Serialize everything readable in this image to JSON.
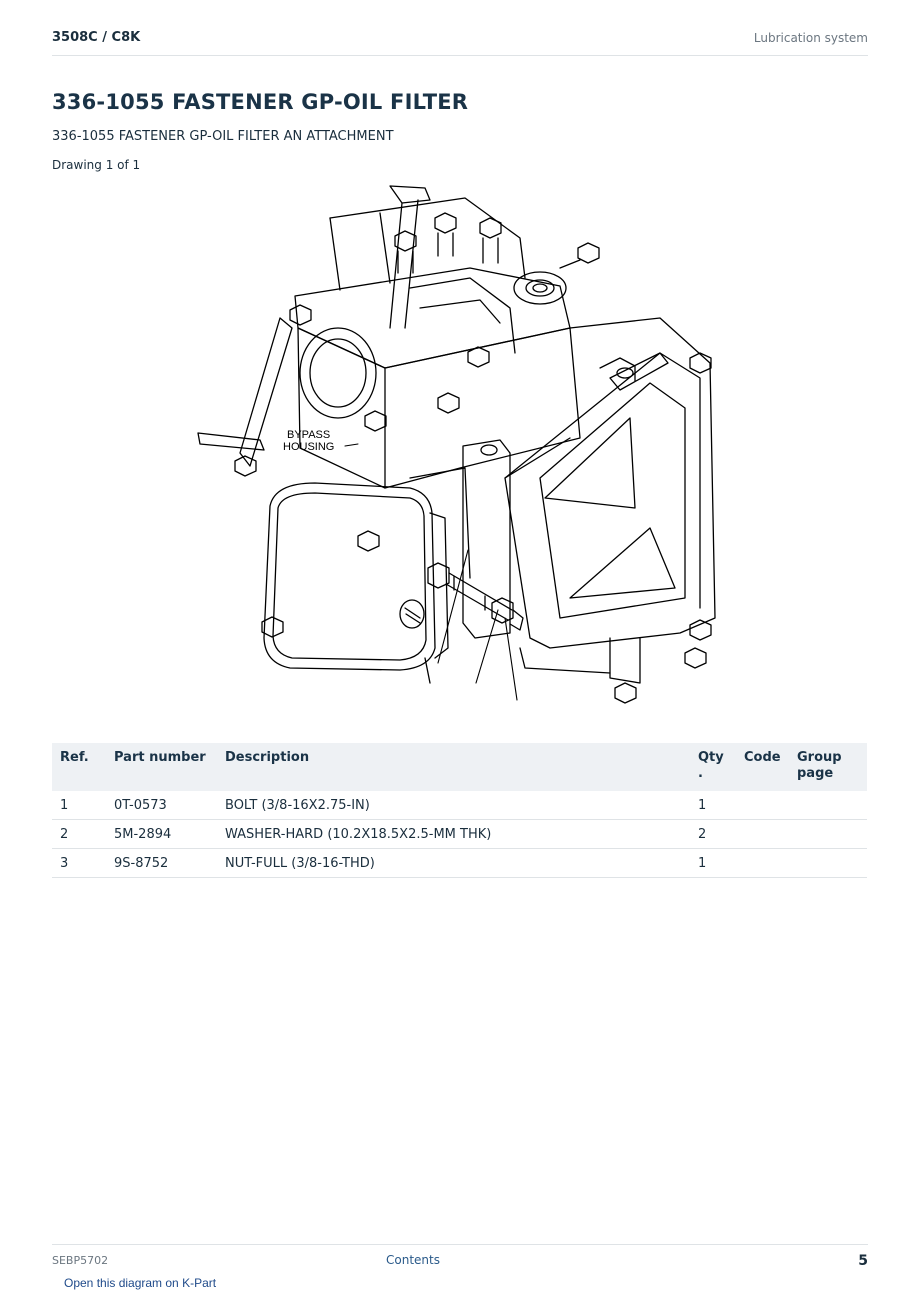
{
  "header": {
    "model": "3508C  /  C8K",
    "section": "Lubrication system"
  },
  "title": "336-1055 FASTENER GP-OIL FILTER",
  "subtitle": "336-1055 FASTENER GP-OIL FILTER AN ATTACHMENT",
  "drawing_count": "Drawing 1 of 1",
  "diagram": {
    "label_line1": "BYPASS",
    "label_line2": "HOUSING"
  },
  "table": {
    "headers": {
      "ref": "Ref.",
      "part": "Part number",
      "desc": "Description",
      "qty": "Qty\n.",
      "code": "Code",
      "group": "Group\npage"
    },
    "rows": [
      {
        "ref": "1",
        "part": "0T-0573",
        "desc": "BOLT (3/8-16X2.75-IN)",
        "qty": "1",
        "code": "",
        "group": ""
      },
      {
        "ref": "2",
        "part": "5M-2894",
        "desc": "WASHER-HARD (10.2X18.5X2.5-MM THK)",
        "qty": "2",
        "code": "",
        "group": ""
      },
      {
        "ref": "3",
        "part": "9S-8752",
        "desc": "NUT-FULL (3/8-16-THD)",
        "qty": "1",
        "code": "",
        "group": ""
      }
    ]
  },
  "footer": {
    "doc_id": "SEBP5702",
    "contents": "Contents",
    "page": "5"
  },
  "kpart_link": "Open this diagram on K-Part"
}
